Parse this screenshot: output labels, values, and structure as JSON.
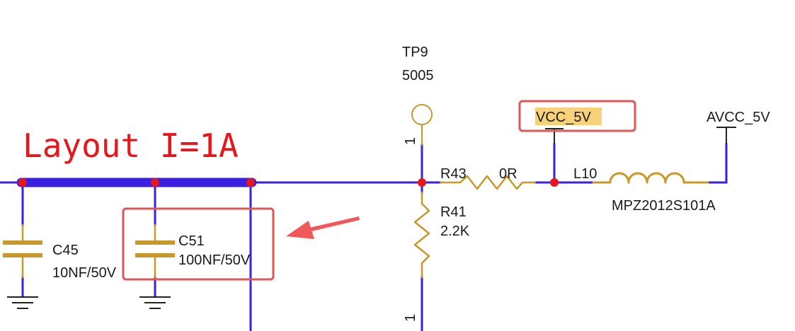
{
  "layout_note": "Layout I=1A",
  "testpoint": {
    "ref": "TP9",
    "value": "5005",
    "pin": "1"
  },
  "lower_pin": "1",
  "r43": {
    "ref": "R43",
    "value": "0R"
  },
  "r41": {
    "ref": "R41",
    "value": "2.2K"
  },
  "l10": {
    "ref": "L10",
    "value": "MPZ2012S101A"
  },
  "c45": {
    "ref": "C45",
    "value": "10NF/50V"
  },
  "c51": {
    "ref": "C51",
    "value": "100NF/50V"
  },
  "vcc_net": "VCC_5V",
  "avcc_net": "AVCC_5V",
  "colors": {
    "wire": "#3b1fe0",
    "component": "#c9972a",
    "junction": "#e8151b",
    "highlight_box": "#e05555",
    "net_highlight": "#f8d27a",
    "note_text": "#e8151b",
    "arrow": "#f0585a"
  }
}
